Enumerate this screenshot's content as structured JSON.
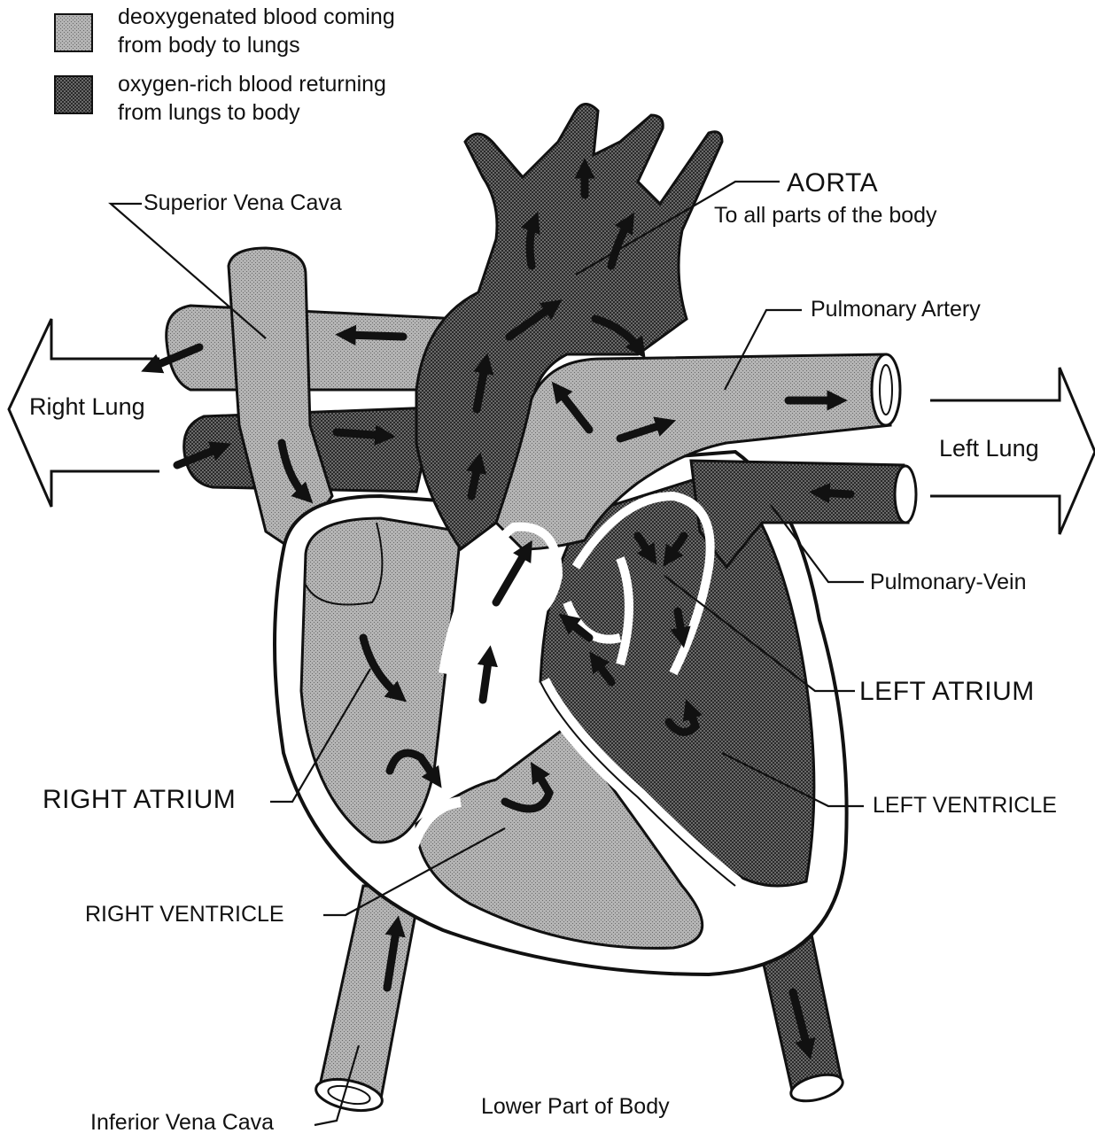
{
  "legend": {
    "deoxy_line1": "deoxygenated blood coming",
    "deoxy_line2": "from body to lungs",
    "oxy_line1": "oxygen-rich blood returning",
    "oxy_line2": "from lungs to body"
  },
  "labels": {
    "superior_vena_cava": "Superior Vena Cava",
    "aorta": "AORTA",
    "aorta_sub": "To all parts of the body",
    "pulmonary_artery": "Pulmonary Artery",
    "right_lung": "Right Lung",
    "left_lung": "Left Lung",
    "pulmonary_vein": "Pulmonary-Vein",
    "left_atrium": "LEFT ATRIUM",
    "left_ventricle": "LEFT VENTRICLE",
    "right_atrium": "RIGHT ATRIUM",
    "right_ventricle": "RIGHT VENTRICLE",
    "inferior_vena_cava": "Inferior Vena Cava",
    "lower_body": "Lower Part of Body"
  },
  "colors": {
    "deoxygenated": "#aaaaaa",
    "oxygenated": "#5c5c5c",
    "wall": "#ffffff",
    "ink": "#111111"
  }
}
